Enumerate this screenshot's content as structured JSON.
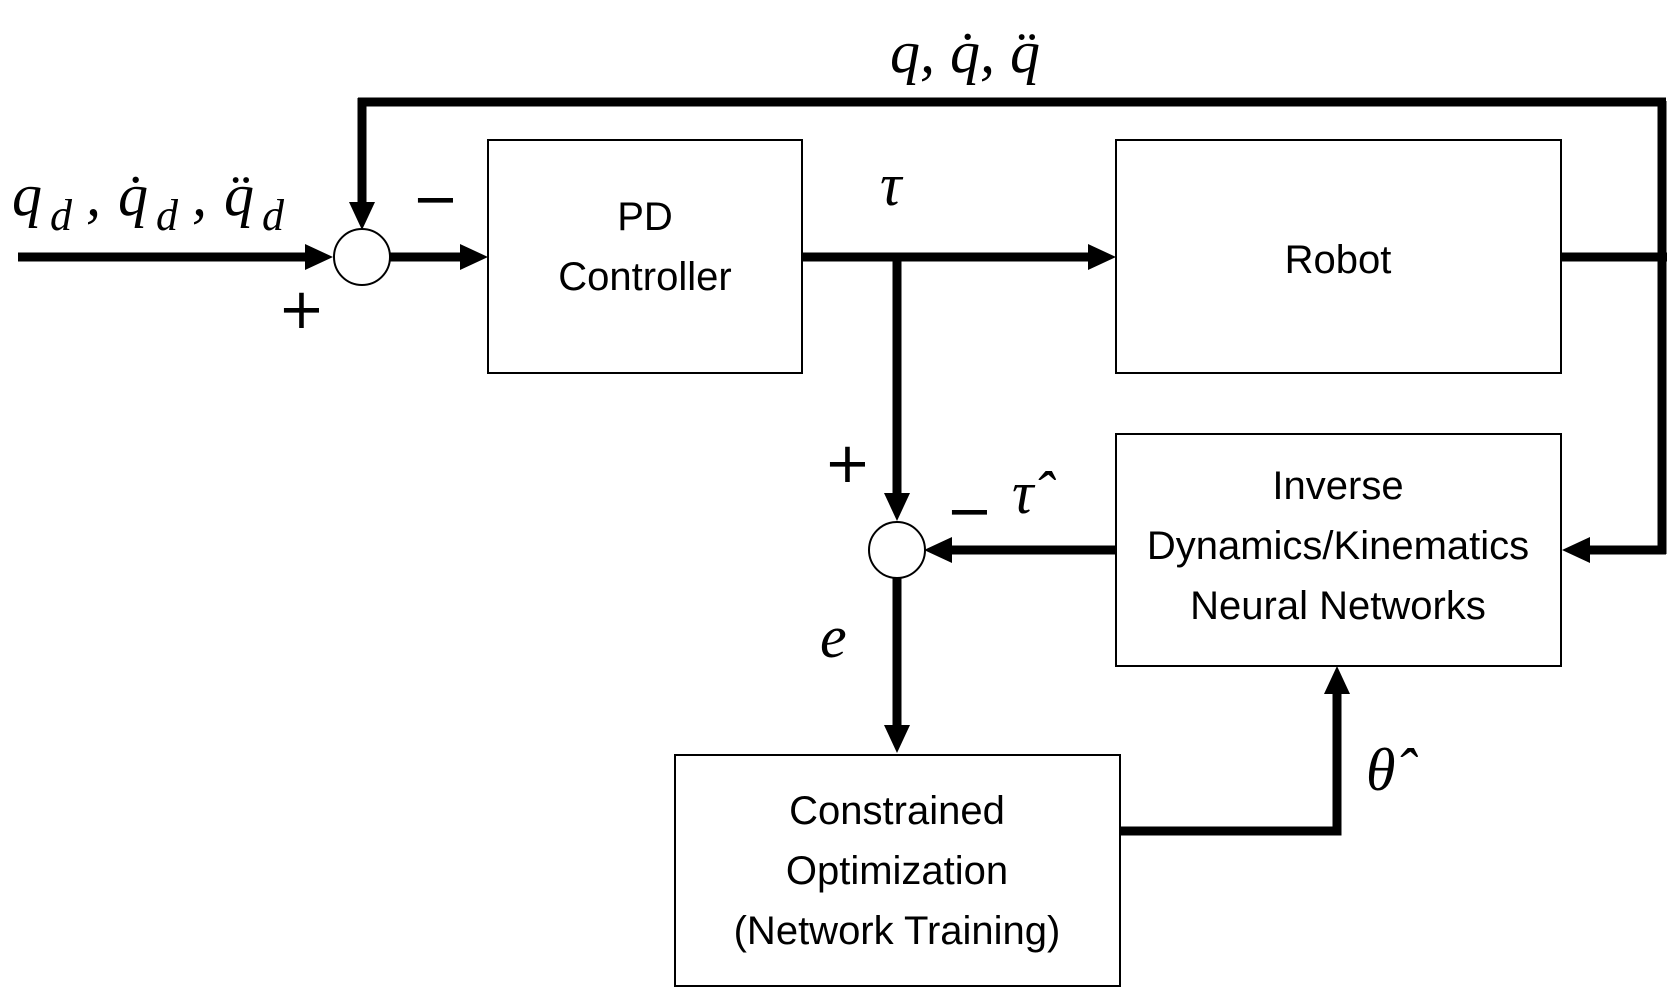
{
  "blocks": {
    "pd_controller": [
      "PD",
      "Controller"
    ],
    "robot": [
      "Robot"
    ],
    "neural_networks": [
      "Inverse",
      "Dynamics/Kinematics",
      "Neural Networks"
    ],
    "optimization": [
      "Constrained",
      "Optimization",
      "(Network Training)"
    ]
  },
  "signals": {
    "desired": "q d, q̇d, q̈d",
    "desired_parts": {
      "q": "q",
      "qdot": "q̇",
      "qddot": "q̈",
      "subscript": "d"
    },
    "feedback": "q, q̇, q̈",
    "torque": "τ",
    "torque_estimate": "τ̂",
    "error": "e",
    "parameters": "θ̂"
  },
  "signs": {
    "sum1_input_plus": "+",
    "sum1_feedback_minus": "−",
    "sum2_input_plus": "+",
    "sum2_estimate_minus": "−"
  }
}
